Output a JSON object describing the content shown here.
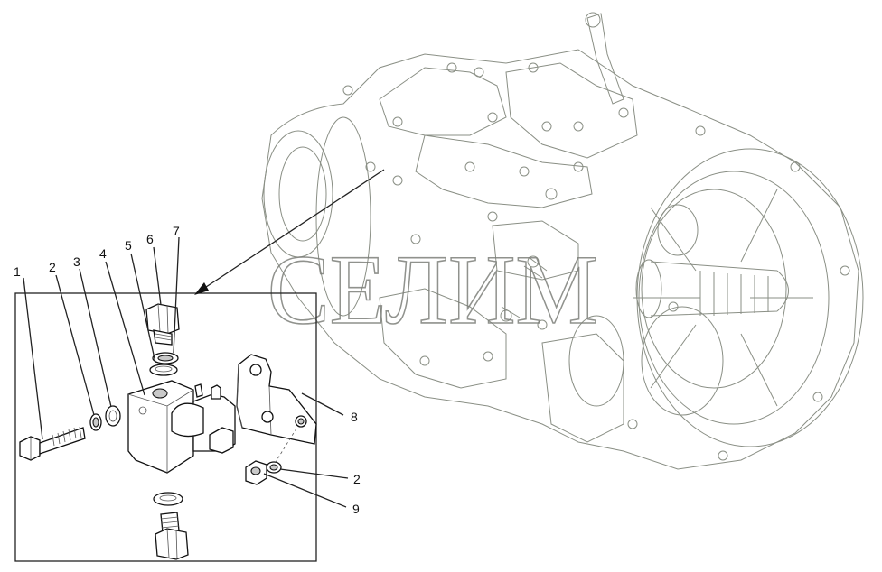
{
  "watermark": "СЕЛИМ",
  "callouts": [
    {
      "id": "c1",
      "text": "1"
    },
    {
      "id": "c2",
      "text": "2"
    },
    {
      "id": "c3",
      "text": "3"
    },
    {
      "id": "c4",
      "text": "4"
    },
    {
      "id": "c5",
      "text": "5"
    },
    {
      "id": "c6",
      "text": "6"
    },
    {
      "id": "c7",
      "text": "7"
    },
    {
      "id": "c8",
      "text": "8"
    },
    {
      "id": "c2b",
      "text": "2"
    },
    {
      "id": "c9",
      "text": "9"
    }
  ]
}
